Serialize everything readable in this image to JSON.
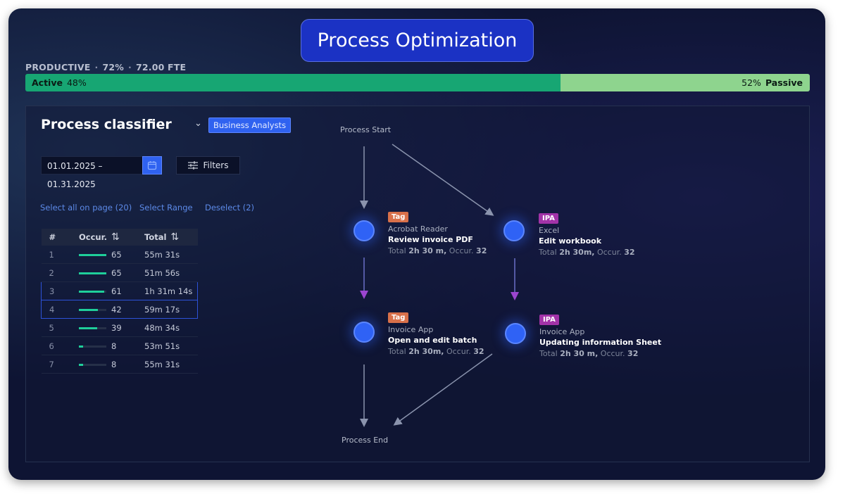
{
  "title": "Process Optimization",
  "productive": {
    "label": "PRODUCTIVE",
    "percent": "72%",
    "fte": "72.00 FTE"
  },
  "split": {
    "active_label": "Active",
    "active_value": "48%",
    "active_fraction": 0.48,
    "passive_label": "Passive",
    "passive_value": "52%"
  },
  "classifier": {
    "title": "Process classifier",
    "group": "Business Analysts",
    "date_range": "01.01.2025 – 01.31.2025",
    "filters": "Filters",
    "links": [
      "Select all on page (20)",
      "Select Range",
      "Deselect (2)"
    ]
  },
  "table": {
    "headers": [
      "#",
      "Occur.",
      "Total"
    ],
    "sort_glyph": "⇅",
    "rows": [
      {
        "n": "1",
        "occ": "65",
        "fill": 1.0,
        "total": "55m 31s",
        "selected": false
      },
      {
        "n": "2",
        "occ": "65",
        "fill": 1.0,
        "total": "51m 56s",
        "selected": false
      },
      {
        "n": "3",
        "occ": "61",
        "fill": 0.92,
        "total": "1h 31m 14s",
        "selected": true
      },
      {
        "n": "4",
        "occ": "42",
        "fill": 0.7,
        "total": "59m 17s",
        "selected": true
      },
      {
        "n": "5",
        "occ": "39",
        "fill": 0.66,
        "total": "48m 34s",
        "selected": false
      },
      {
        "n": "6",
        "occ": "8",
        "fill": 0.15,
        "total": "53m 51s",
        "selected": false
      },
      {
        "n": "7",
        "occ": "8",
        "fill": 0.15,
        "total": "55m 31s",
        "selected": false
      }
    ]
  },
  "flow": {
    "start": "Process Start",
    "end": "Process End",
    "nodes": [
      {
        "tag": "Tag",
        "app": "Acrobat Reader",
        "task": "Review invoice PDF",
        "total_label": "Total",
        "total": "2h 30 m,",
        "occ_label": "Occur.",
        "occ": "32"
      },
      {
        "tag": "IPA",
        "app": "Excel",
        "task": "Edit workbook",
        "total_label": "Total",
        "total": "2h 30m,",
        "occ_label": "Occur.",
        "occ": "32"
      },
      {
        "tag": "Tag",
        "app": "Invoice App",
        "task": "Open and edit batch",
        "total_label": "Total",
        "total": "2h 30m,",
        "occ_label": "Occur.",
        "occ": "32"
      },
      {
        "tag": "IPA",
        "app": "Invoice App",
        "task": "Updating information Sheet",
        "total_label": "Total",
        "total": "2h 30 m,",
        "occ_label": "Occur.",
        "occ": "32"
      }
    ]
  },
  "colors": {
    "active": "#17a673",
    "passive": "#8ed48e",
    "accent": "#2f62f0",
    "tag": "#d8704a",
    "ipa": "#a233a8"
  }
}
